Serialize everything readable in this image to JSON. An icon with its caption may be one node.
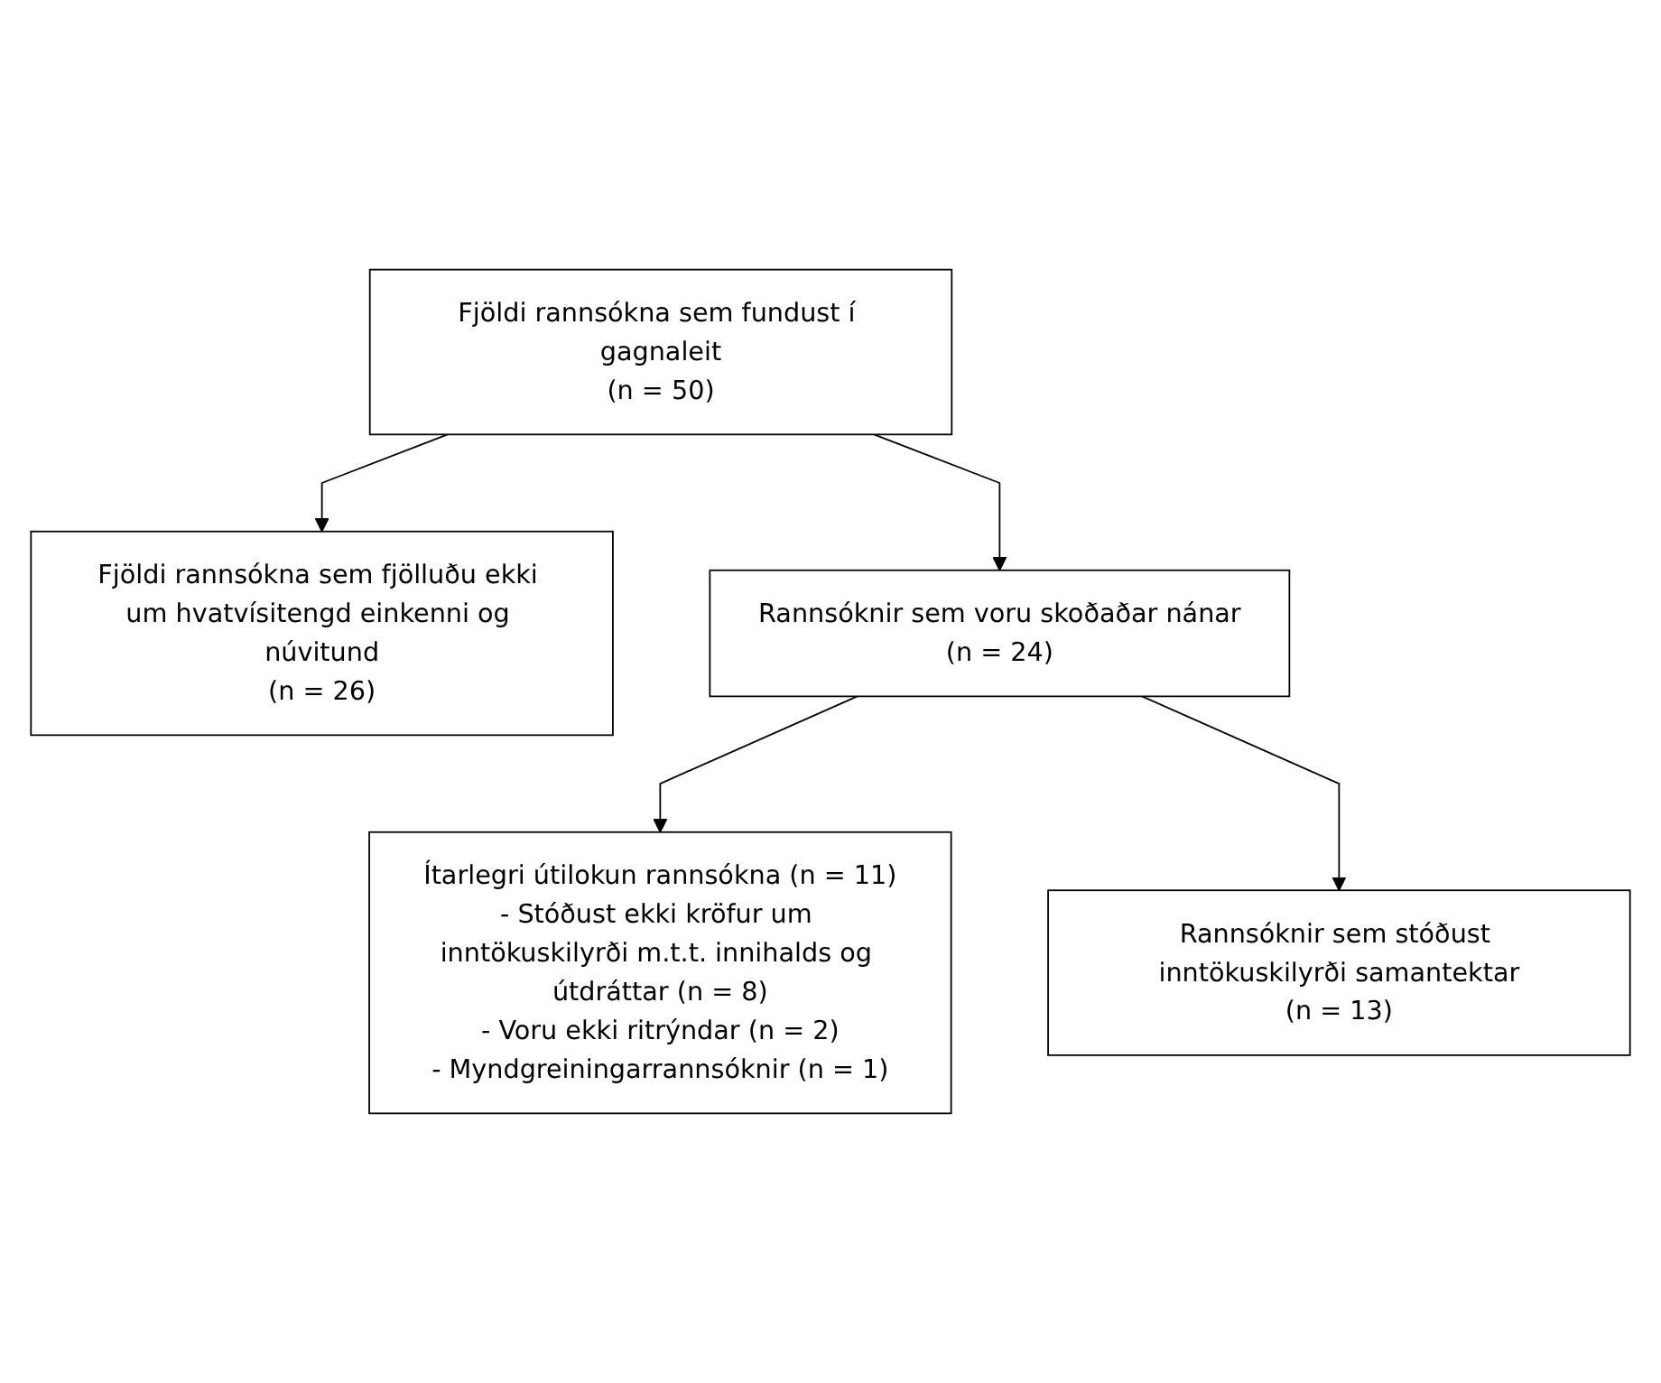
{
  "diagram": {
    "nodes": [
      {
        "text": [
          "Fjöldi rannsókna sem fundust í gagnaleit",
          "(n = 50)"
        ]
      },
      {
        "text": [
          "Fjöldi rannsókna sem fjölluðu ekki um hvatvísitengd einkenni og núvitund",
          "(n = 26)"
        ]
      },
      {
        "text": [
          "Rannsóknir sem voru skoðaðar nánar",
          "(n = 24)"
        ]
      },
      {
        "text": [
          "Ítarlegri útilokun rannsókna (n = 11)",
          "- Stóðust ekki kröfur um inntökuskilyrði m.t.t. innihalds og útdráttar (n = 8)",
          "- Voru ekki ritrýndar (n = 2)",
          "- Myndgreiningarrannsóknir (n = 1)"
        ]
      },
      {
        "text": [
          "Rannsóknir sem stóðust inntökuskilyrði samantektar",
          "(n = 13)"
        ]
      }
    ],
    "edges": [
      {
        "from": 0,
        "to": 1,
        "arrow": "to"
      },
      {
        "from": 0,
        "to": 2,
        "arrow": "to"
      },
      {
        "from": 2,
        "to": 3,
        "arrow": "to"
      },
      {
        "from": 2,
        "to": 4,
        "arrow": "to"
      }
    ]
  }
}
